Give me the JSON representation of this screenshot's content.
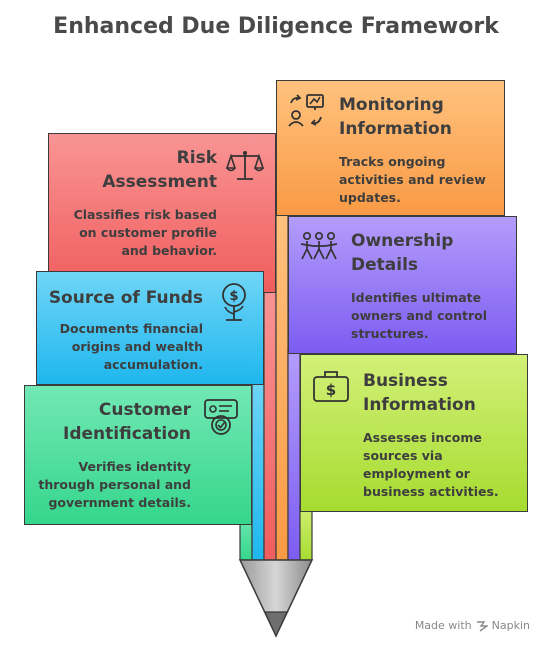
{
  "title": "Enhanced Due Diligence Framework",
  "cards": {
    "monitoring": {
      "title_line1": "Monitoring",
      "title_line2": "Information",
      "desc_line1": "Tracks ongoing",
      "desc_line2": "activities and review",
      "desc_line3": "updates.",
      "color": "#fbb36b"
    },
    "risk": {
      "title_line1": "Risk",
      "title_line2": "Assessment",
      "desc_line1": "Classifies risk based",
      "desc_line2": "on customer profile",
      "desc_line3": "and behavior.",
      "color": "#f47b7b"
    },
    "ownership": {
      "title_line1": "Ownership",
      "title_line2": "Details",
      "desc_line1": "Identifies ultimate",
      "desc_line2": "owners and control",
      "desc_line3": "structures.",
      "color": "#9a7cf6"
    },
    "funds": {
      "title_line1": "Source of Funds",
      "desc_line1": "Documents financial",
      "desc_line2": "origins and wealth",
      "desc_line3": "accumulation.",
      "color": "#42c6f2"
    },
    "business": {
      "title_line1": "Business",
      "title_line2": "Information",
      "desc_line1": "Assesses income",
      "desc_line2": "sources via",
      "desc_line3": "employment or",
      "desc_line4": "business activities.",
      "color": "#bde74f"
    },
    "customer": {
      "title_line1": "Customer",
      "title_line2": "Identification",
      "desc_line1": "Verifies identity",
      "desc_line2": "through personal and",
      "desc_line3": "government details.",
      "color": "#52e0a0"
    }
  },
  "icons": {
    "monitoring": "monitoring-icon",
    "risk": "scales-icon",
    "ownership": "people-icon",
    "funds": "money-tree-icon",
    "business": "briefcase-dollar-icon",
    "customer": "id-card-icon"
  },
  "footer": {
    "made_with": "Made with",
    "brand": "Napkin"
  }
}
